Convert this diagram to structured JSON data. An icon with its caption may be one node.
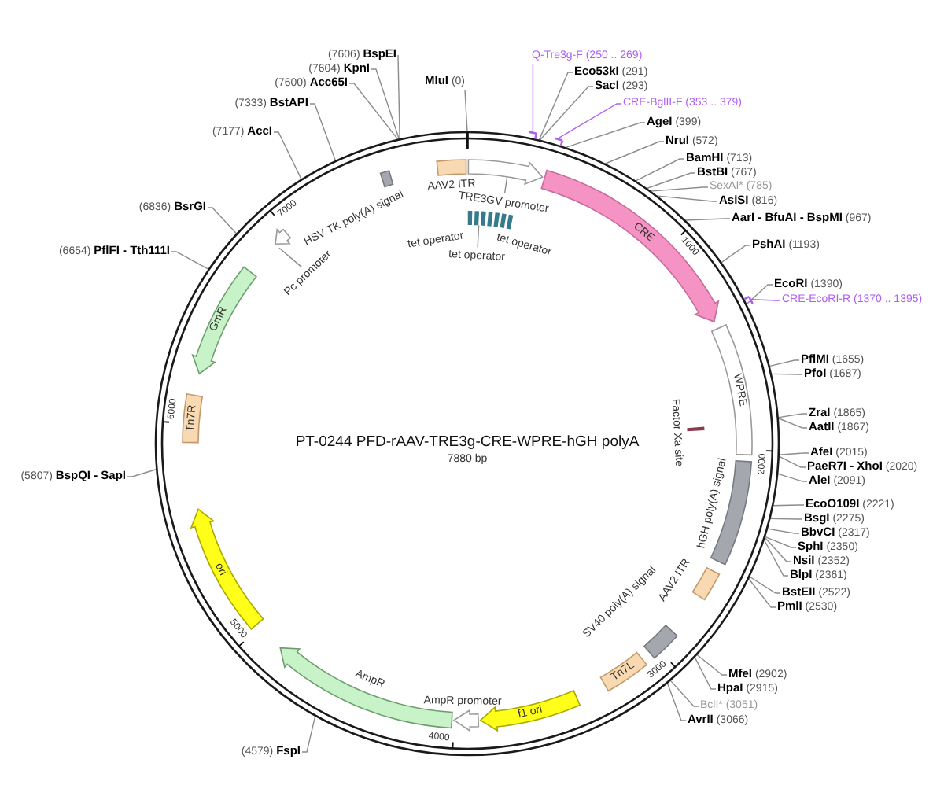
{
  "diagram": {
    "title": "PT-0244 PFD-rAAV-TRE3g-CRE-WPRE-hGH polyA",
    "nodes": [
      {
        "text": [],
        "shape": "circle"
      },
      {
        "text": [],
        "shape": "box",
        "beside": [
          "AAV2 ITR"
        ],
        "in": 0
      },
      {
        "text": [],
        "shape": "arrow",
        "in": 0
      },
      {
        "text": [
          "TRE3GV promoter"
        ],
        "in": 0
      },
      {
        "text": [],
        "shape": "bar",
        "beside": [
          "tet operator",
          "tet operator"
        ],
        "in": 0
      },
      {
        "text": [
          "tet operator"
        ],
        "in": 0
      },
      {
        "text": [
          "CRE"
        ],
        "in": 0
      },
      {
        "text": [
          "WPRE"
        ],
        "in": 0
      },
      {
        "text": [],
        "shape": "bar",
        "beside": [
          "Factor Xa site"
        ],
        "in": 0
      },
      {
        "text": [],
        "shape": "box",
        "beside": [
          "hGH poly(A) signal"
        ],
        "in": 0
      },
      {
        "text": [],
        "shape": "box",
        "beside": [
          "AAV2 ITR"
        ],
        "in": 0
      },
      {
        "text": [],
        "shape": "box",
        "beside": [
          "SV40 poly(A) signal"
        ],
        "in": 0
      },
      {
        "text": [
          "Tn7L"
        ],
        "in": 0
      },
      {
        "text": [
          "f1 ori"
        ],
        "in": 0
      },
      {
        "text": [],
        "shape": "arrow",
        "beside": [
          "AmpR promoter"
        ],
        "in": 0
      },
      {
        "text": [],
        "shape": "arrow",
        "beside": [
          "AmpR"
        ],
        "in": 0
      },
      {
        "text": [
          "ori"
        ],
        "in": 0
      },
      {
        "text": [
          "Tn7R"
        ],
        "in": 0
      },
      {
        "text": [
          "GmR"
        ],
        "in": 0
      },
      {
        "text": [],
        "shape": "arrow",
        "in": 0
      },
      {
        "text": [],
        "shape": "box",
        "beside": [
          "HSV TK poly(A) signal"
        ],
        "in": 0
      },
      {
        "text": [],
        "shape": "bar"
      },
      {
        "text": [],
        "shape": "bar"
      },
      {
        "text": [],
        "shape": "bar"
      },
      {
        "text": [
          "**MluI** (0)"
        ]
      },
      {
        "text": [
          "Q-Tre3g-F (250 .. 269)"
        ]
      },
      {
        "text": [
          "**Eco53kI** (291)"
        ]
      },
      {
        "text": [
          "**SacI** (293)"
        ]
      },
      {
        "text": [
          "CRE-BglII-F (353 .. 379)"
        ]
      },
      {
        "text": [
          "**AgeI** (399)"
        ]
      },
      {
        "text": [
          "**NruI** (572)"
        ]
      },
      {
        "text": [
          "**BamHI** (713)"
        ]
      },
      {
        "text": [
          "**BstBI** (767)"
        ]
      },
      {
        "text": [
          "SexAI* (785)"
        ]
      },
      {
        "text": [
          "**AsiSI** (816)"
        ]
      },
      {
        "text": [
          "**AarI - BfuAI - BspMI** (967)"
        ]
      },
      {
        "text": [
          "**PshAI** (1193)"
        ]
      },
      {
        "text": [
          "**EcoRI** (1390)"
        ]
      },
      {
        "text": [
          "CRE-EcoRI-R (1370 .. 1395)"
        ]
      },
      {
        "text": [
          "**PflMI** (1655)"
        ]
      },
      {
        "text": [
          "**PfoI** (1687)"
        ]
      },
      {
        "text": [
          "**ZraI** (1865)"
        ]
      },
      {
        "text": [
          "**AatII** (1867)"
        ]
      },
      {
        "text": [
          "**AfeI** (2015)"
        ]
      },
      {
        "text": [
          "**PaeR7I - XhoI** (2020)"
        ]
      },
      {
        "text": [
          "**AleI** (2091)"
        ]
      },
      {
        "text": [
          "**EcoO109I** (2221)"
        ]
      },
      {
        "text": [
          "**BsgI** (2275)"
        ]
      },
      {
        "text": [
          "**BbvCI** (2317)"
        ]
      },
      {
        "text": [
          "**SphI** (2350)"
        ]
      },
      {
        "text": [
          "**NsiI** (2352)"
        ]
      },
      {
        "text": [
          "**BlpI** (2361)"
        ]
      },
      {
        "text": [
          "**BstEII** (2522)"
        ]
      },
      {
        "text": [
          "**PmlI** (2530)"
        ]
      },
      {
        "text": [
          "**MfeI** (2902)"
        ]
      },
      {
        "text": [
          "**HpaI** (2915)"
        ]
      },
      {
        "text": [
          "BclI* (3051)"
        ]
      },
      {
        "text": [
          "**AvrII** (3066)"
        ]
      },
      {
        "text": [
          "(4579) **FspI**"
        ]
      },
      {
        "text": [
          "(5807) **BspQI - SapI**"
        ]
      },
      {
        "text": [
          "(6654) **PflFI - Tth111I**"
        ]
      },
      {
        "text": [
          "(6836) **BsrGI**"
        ]
      },
      {
        "text": [
          "(7177) **AccI**"
        ]
      },
      {
        "text": [
          "(7333) **BstAPI**"
        ]
      },
      {
        "text": [
          "(7600) **Acc65I**"
        ]
      },
      {
        "text": [
          "(7604) **KpnI**"
        ]
      },
      {
        "text": [
          "(7606) **BspEI**"
        ]
      },
      {
        "text": [
          "Pc promoter"
        ],
        "in": 0
      }
    ],
    "edges": [
      {
        "from": 3,
        "to": 2,
        "arrow": "none"
      },
      {
        "from": 5,
        "to": 4,
        "arrow": "none"
      },
      {
        "from": 67,
        "to": 19,
        "arrow": "none"
      },
      {
        "from": 24,
        "to": 0,
        "arrow": "none"
      },
      {
        "from": 25,
        "to": 21,
        "arrow": "none",
        "color": "#b060f0"
      },
      {
        "from": 26,
        "to": 0,
        "arrow": "none"
      },
      {
        "from": 27,
        "to": 0,
        "arrow": "none"
      },
      {
        "from": 28,
        "to": 22,
        "arrow": "none",
        "color": "#b060f0"
      },
      {
        "from": 29,
        "to": 0,
        "arrow": "none"
      },
      {
        "from": 30,
        "to": 0,
        "arrow": "none"
      },
      {
        "from": 31,
        "to": 0,
        "arrow": "none"
      },
      {
        "from": 32,
        "to": 0,
        "arrow": "none"
      },
      {
        "from": 33,
        "to": 0,
        "arrow": "none"
      },
      {
        "from": 34,
        "to": 0,
        "arrow": "none"
      },
      {
        "from": 35,
        "to": 0,
        "arrow": "none"
      },
      {
        "from": 36,
        "to": 0,
        "arrow": "none"
      },
      {
        "from": 37,
        "to": 0,
        "arrow": "none"
      },
      {
        "from": 38,
        "to": 23,
        "arrow": "none",
        "color": "#b060f0"
      },
      {
        "from": 39,
        "to": 0,
        "arrow": "none"
      },
      {
        "from": 40,
        "to": 0,
        "arrow": "none"
      },
      {
        "from": 41,
        "to": 0,
        "arrow": "none"
      },
      {
        "from": 42,
        "to": 0,
        "arrow": "none"
      },
      {
        "from": 43,
        "to": 0,
        "arrow": "none"
      },
      {
        "from": 44,
        "to": 0,
        "arrow": "none"
      },
      {
        "from": 45,
        "to": 0,
        "arrow": "none"
      },
      {
        "from": 46,
        "to": 0,
        "arrow": "none"
      },
      {
        "from": 47,
        "to": 0,
        "arrow": "none"
      },
      {
        "from": 48,
        "to": 0,
        "arrow": "none"
      },
      {
        "from": 49,
        "to": 0,
        "arrow": "none"
      },
      {
        "from": 50,
        "to": 0,
        "arrow": "none"
      },
      {
        "from": 51,
        "to": 0,
        "arrow": "none"
      },
      {
        "from": 52,
        "to": 0,
        "arrow": "none"
      },
      {
        "from": 53,
        "to": 0,
        "arrow": "none"
      },
      {
        "from": 54,
        "to": 0,
        "arrow": "none"
      },
      {
        "from": 55,
        "to": 0,
        "arrow": "none"
      },
      {
        "from": 56,
        "to": 0,
        "arrow": "none"
      },
      {
        "from": 57,
        "to": 0,
        "arrow": "none"
      },
      {
        "from": 58,
        "to": 0,
        "arrow": "none"
      },
      {
        "from": 59,
        "to": 0,
        "arrow": "none"
      },
      {
        "from": 60,
        "to": 0,
        "arrow": "none"
      },
      {
        "from": 61,
        "to": 0,
        "arrow": "none"
      },
      {
        "from": 62,
        "to": 0,
        "arrow": "none"
      },
      {
        "from": 63,
        "to": 0,
        "arrow": "none"
      },
      {
        "from": 64,
        "to": 0,
        "arrow": "none"
      },
      {
        "from": 65,
        "to": 0,
        "arrow": "none"
      },
      {
        "from": 66,
        "to": 0,
        "arrow": "none"
      }
    ],
    "labels": [
      "7880 bp",
      "1000",
      "2000",
      "3000",
      "4000",
      "5000",
      "6000",
      "7000"
    ]
  }
}
